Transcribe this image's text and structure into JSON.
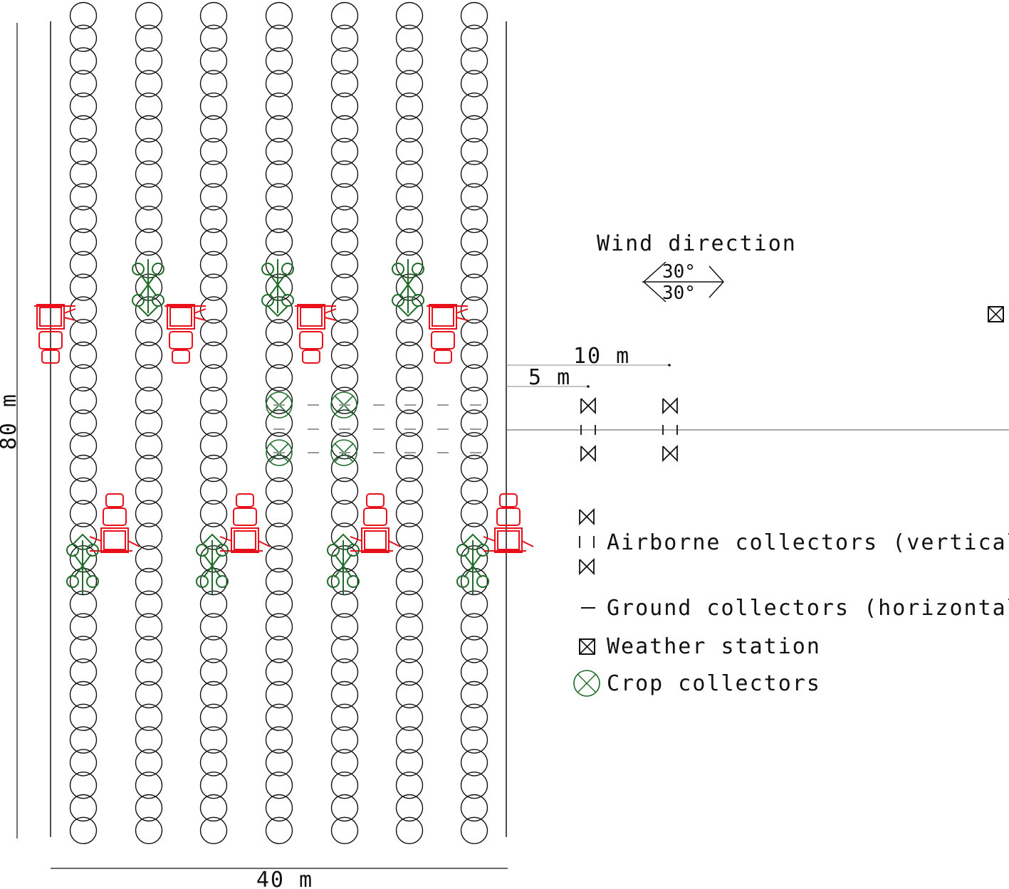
{
  "dimensions": {
    "height_label": "80 m",
    "width_label": "40 m",
    "distance_10": "10 m",
    "distance_5": "5 m"
  },
  "wind": {
    "title": "Wind direction",
    "angle_upper": "30°",
    "angle_lower": "30°"
  },
  "legend": {
    "airborne": "Airborne collectors (vertical)",
    "ground": "Ground collectors (horizontal)",
    "weather": "Weather station",
    "crop": "Crop collectors"
  },
  "colors": {
    "rows": "#111111",
    "sprayer": "#e8101a",
    "crop": "#1f6b2a",
    "ground": "#999999"
  }
}
